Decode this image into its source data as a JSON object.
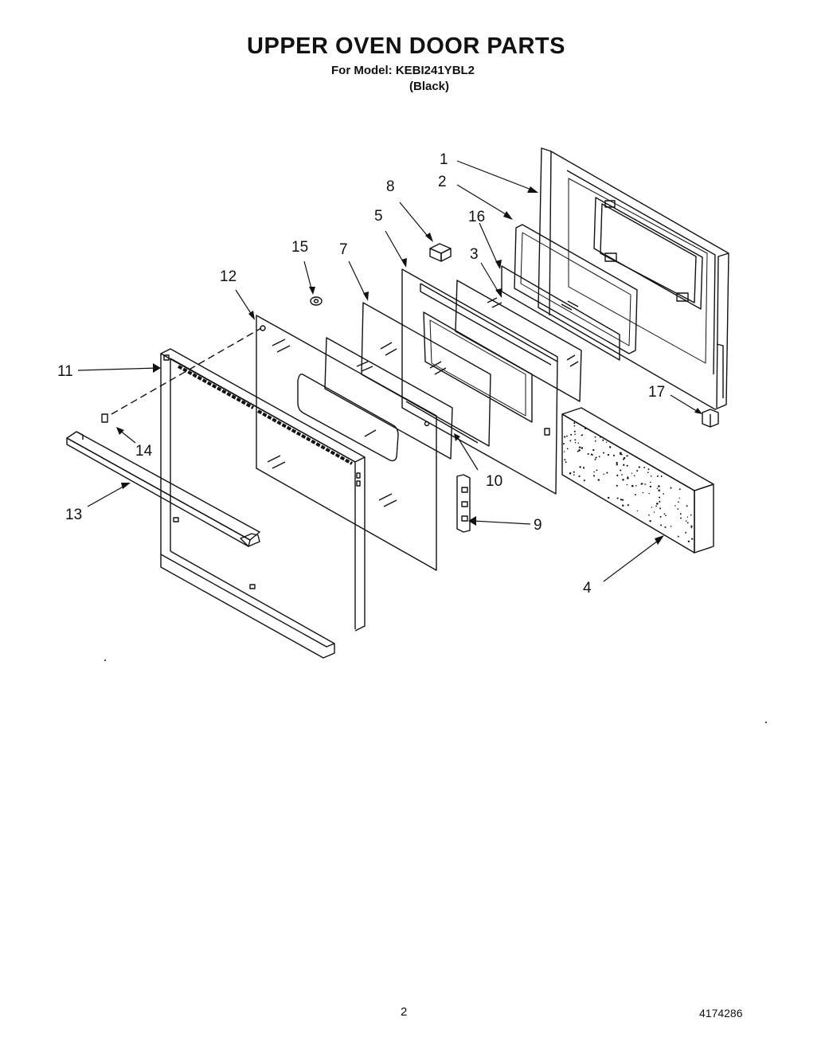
{
  "header": {
    "title": "UPPER OVEN DOOR PARTS",
    "model_line": "For Model: KEBI241YBL2",
    "variant": "(Black)"
  },
  "callouts": [
    "1",
    "2",
    "3",
    "4",
    "5",
    "7",
    "8",
    "9",
    "10",
    "11",
    "12",
    "13",
    "14",
    "15",
    "16",
    "17"
  ],
  "footer": {
    "page_number": "2",
    "document_number": "4174286"
  }
}
